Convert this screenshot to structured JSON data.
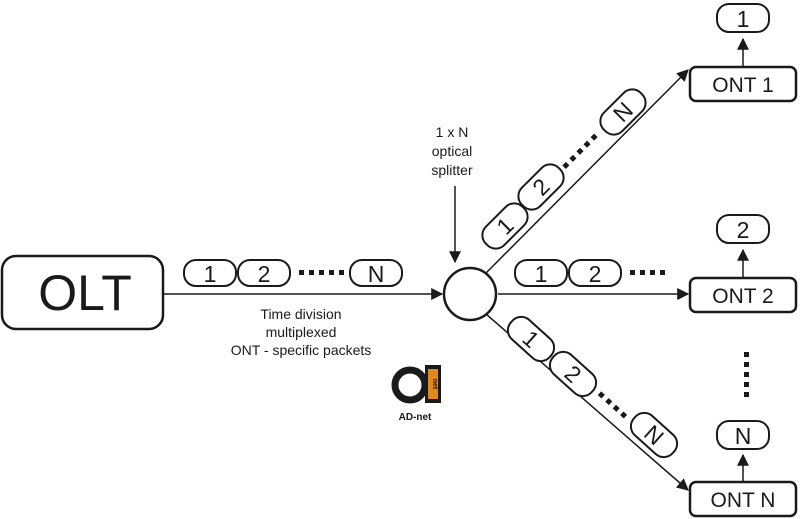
{
  "olt": {
    "label": "OLT"
  },
  "splitter": {
    "label_lines": [
      "1 x N",
      "optical",
      "splitter"
    ]
  },
  "caption": {
    "lines": [
      "Time division",
      "multiplexed",
      "ONT - specific packets"
    ]
  },
  "packets": {
    "first": "1",
    "second": "2",
    "last": "N"
  },
  "onts": [
    {
      "label": "ONT 1",
      "packet": "1"
    },
    {
      "label": "ONT 2",
      "packet": "2"
    },
    {
      "label": "ONT N",
      "packet": "N"
    }
  ],
  "logo": {
    "mark_text": "net",
    "name": "AD-net"
  },
  "colors": {
    "stroke": "#1a1a1a",
    "logo_accent": "#e08a1e"
  }
}
